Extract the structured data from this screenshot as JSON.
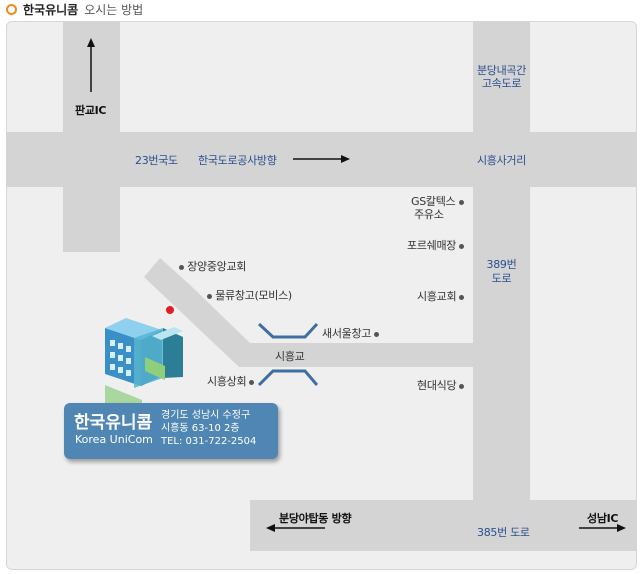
{
  "header": {
    "company": "한국유니콤",
    "subtitle": "오시는 방법"
  },
  "roads": {
    "pangyo_ic": "판교IC",
    "bundang_naegok_1": "분당내곡간",
    "bundang_naegok_2": "고속도로",
    "route_23": "23번국도",
    "korea_expressway": "한국도로공사방향",
    "siheung_junction": "시흥사거리",
    "road_389_1": "389번",
    "road_389_2": "도로",
    "siheung_bridge": "시흥교",
    "bundang_yatap": "분당야탑동 방향",
    "road_385": "385번 도로",
    "seongnam_ic": "성남IC"
  },
  "landmarks": {
    "gs_caltex_1": "GS칼텍스",
    "gs_caltex_2": "주유소",
    "porsche": "포르쉐매장",
    "siheung_church": "시흥교회",
    "hyundai_restaurant": "현대식당",
    "jangang_church": "장양중앙교회",
    "mobis": "물류창고(모비스)",
    "saeseoul": "새서울창고",
    "siheung_shop": "시흥상회"
  },
  "company_card": {
    "name": "한국유니콤",
    "name_en": "Korea UniCom",
    "address_1": "경기도 성남시 수정구",
    "address_2": "시흥동 63-10 2층",
    "tel": "TEL: 031-722-2504"
  },
  "colors": {
    "accent": "#f08a1c",
    "card": "#4f86b4",
    "road": "#d4d4d4",
    "background": "#efefef",
    "label_blue": "#2a4f8f",
    "marker": "#e02020"
  }
}
